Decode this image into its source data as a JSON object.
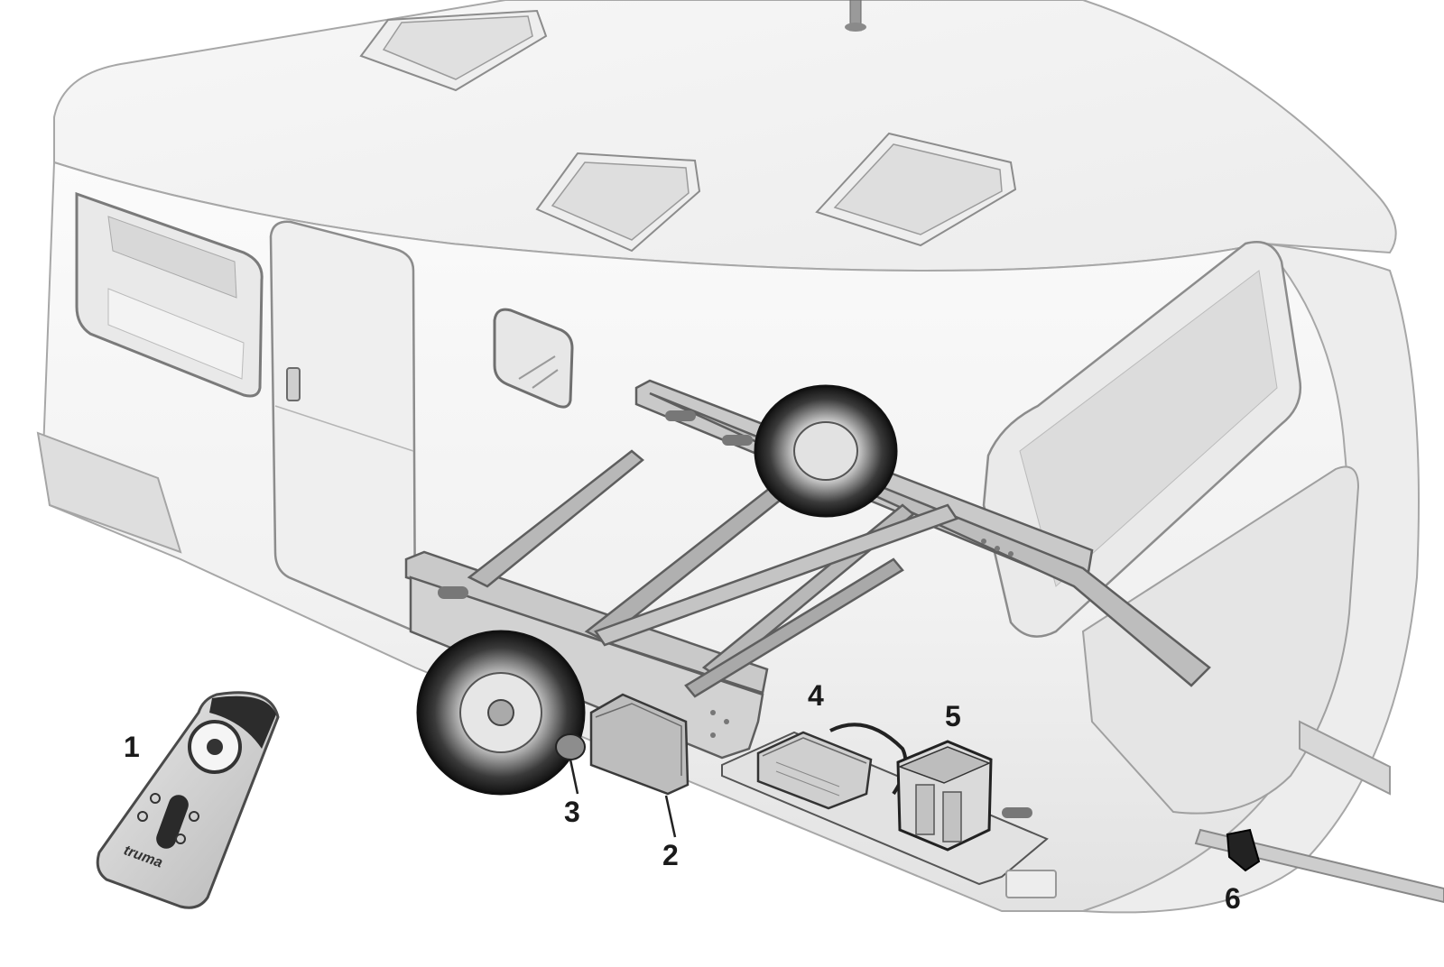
{
  "diagram": {
    "callouts": [
      {
        "id": "1",
        "label": "1"
      },
      {
        "id": "2",
        "label": "2"
      },
      {
        "id": "3",
        "label": "3"
      },
      {
        "id": "4",
        "label": "4"
      },
      {
        "id": "5",
        "label": "5"
      },
      {
        "id": "6",
        "label": "6"
      }
    ],
    "remote_brand": "truma"
  },
  "colors": {
    "body": "#f4f4f4",
    "outline": "#9a9a9a",
    "dark": "#2a2a2a",
    "glass": "#e6e6e6",
    "frame": "#bdbdbd"
  }
}
